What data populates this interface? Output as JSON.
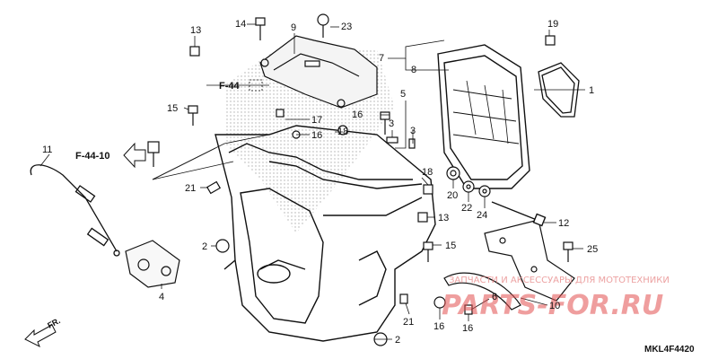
{
  "diagram": {
    "callouts": [
      {
        "id": "c1",
        "text": "1"
      },
      {
        "id": "c2a",
        "text": "2"
      },
      {
        "id": "c2b",
        "text": "2"
      },
      {
        "id": "c3a",
        "text": "3"
      },
      {
        "id": "c3b",
        "text": "3"
      },
      {
        "id": "c4",
        "text": "4"
      },
      {
        "id": "c5",
        "text": "5"
      },
      {
        "id": "c6",
        "text": "6"
      },
      {
        "id": "c7",
        "text": "7"
      },
      {
        "id": "c8",
        "text": "8"
      },
      {
        "id": "c9",
        "text": "9"
      },
      {
        "id": "c10",
        "text": "10"
      },
      {
        "id": "c11",
        "text": "11"
      },
      {
        "id": "c12",
        "text": "12"
      },
      {
        "id": "c13a",
        "text": "13"
      },
      {
        "id": "c13b",
        "text": "13"
      },
      {
        "id": "c14",
        "text": "14"
      },
      {
        "id": "c15a",
        "text": "15"
      },
      {
        "id": "c15b",
        "text": "15"
      },
      {
        "id": "c16a",
        "text": "16"
      },
      {
        "id": "c16b",
        "text": "16"
      },
      {
        "id": "c16c",
        "text": "16"
      },
      {
        "id": "c16d",
        "text": "16"
      },
      {
        "id": "c17",
        "text": "17"
      },
      {
        "id": "c18a",
        "text": "18"
      },
      {
        "id": "c18b",
        "text": "18"
      },
      {
        "id": "c19",
        "text": "19"
      },
      {
        "id": "c20",
        "text": "20"
      },
      {
        "id": "c21a",
        "text": "21"
      },
      {
        "id": "c21b",
        "text": "21"
      },
      {
        "id": "c22",
        "text": "22"
      },
      {
        "id": "c23",
        "text": "23"
      },
      {
        "id": "c24",
        "text": "24"
      },
      {
        "id": "c25",
        "text": "25"
      }
    ],
    "refs": {
      "f44": "F-44",
      "f4410": "F-44-10"
    },
    "front_label": "FR.",
    "diagram_code": "MKL4F4420",
    "watermark_small": "ЗАПЧАСТИ И АКСЕССУАРЫ ДЛЯ МОТОТЕХНИКИ",
    "watermark_logo": "PARTS-FOR.RU"
  }
}
